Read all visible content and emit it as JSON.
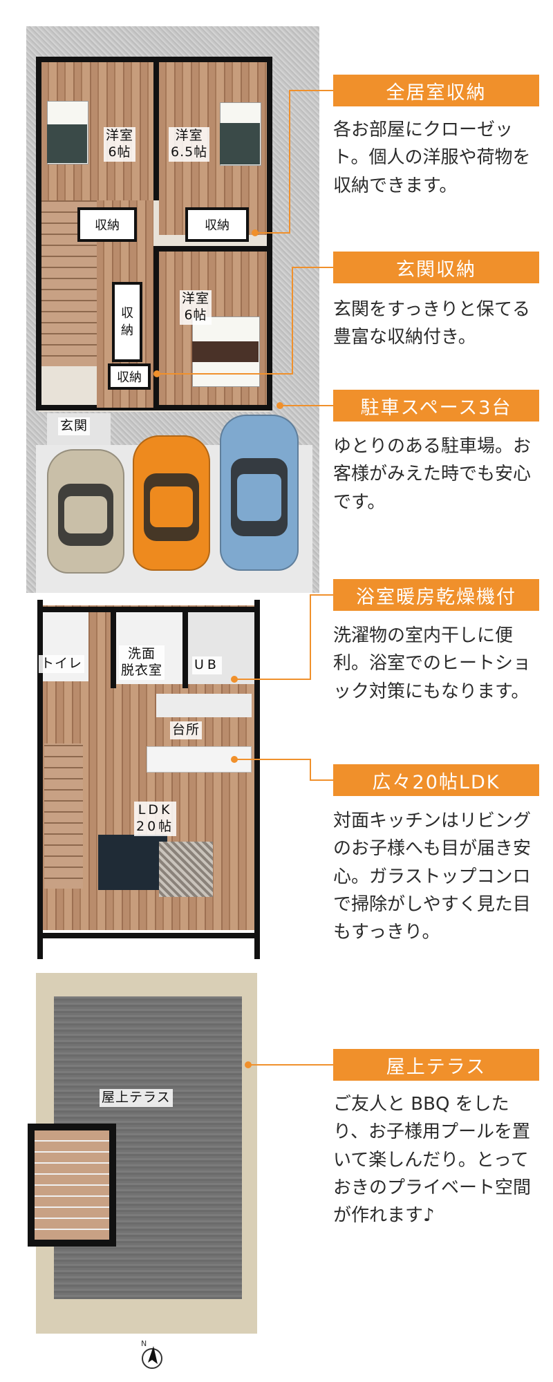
{
  "floor1": {
    "rooms": {
      "western_room_a": "洋室\n6帖",
      "western_room_b": "洋室\n6.5帖",
      "western_room_c": "洋室\n6帖",
      "storage_left": "収納",
      "storage_right": "収納",
      "storage_vertical": "収\n納",
      "storage_entry": "収納",
      "entrance": "玄関"
    }
  },
  "floor2": {
    "rooms": {
      "toilet": "トイレ",
      "washroom": "洗面\n脱衣室",
      "bath": "UB",
      "kitchen": "台所",
      "ldk": "LDK\n20帖"
    }
  },
  "roof": {
    "label": "屋上テラス"
  },
  "callouts": [
    {
      "title": "全居室収納",
      "text": "各お部屋にクローゼット。個人の洋服や荷物を収納できます。"
    },
    {
      "title": "玄関収納",
      "text": "玄関をすっきりと保てる豊富な収納付き。"
    },
    {
      "title": "駐車スペース3台",
      "text": "ゆとりのある駐車場。お客様がみえた時でも安心です。"
    },
    {
      "title": "浴室暖房乾燥機付",
      "text": "洗濯物の室内干しに便利。浴室でのヒートショック対策にもなります。"
    },
    {
      "title": "広々20帖LDK",
      "text": "対面キッチンはリビングのお子様へも目が届き安心。ガラストップコンロで掃除がしやすく見た目もすっきり。"
    },
    {
      "title": "屋上テラス",
      "text": "ご友人と BBQ をしたり、お子様用プールを置いて楽しんだり。とっておきのプライベート空間が作れます♪"
    }
  ],
  "compass": {
    "label": "N"
  },
  "colors": {
    "accent": "#f0902b",
    "wall": "#111111",
    "wood": "#b98c6c"
  }
}
